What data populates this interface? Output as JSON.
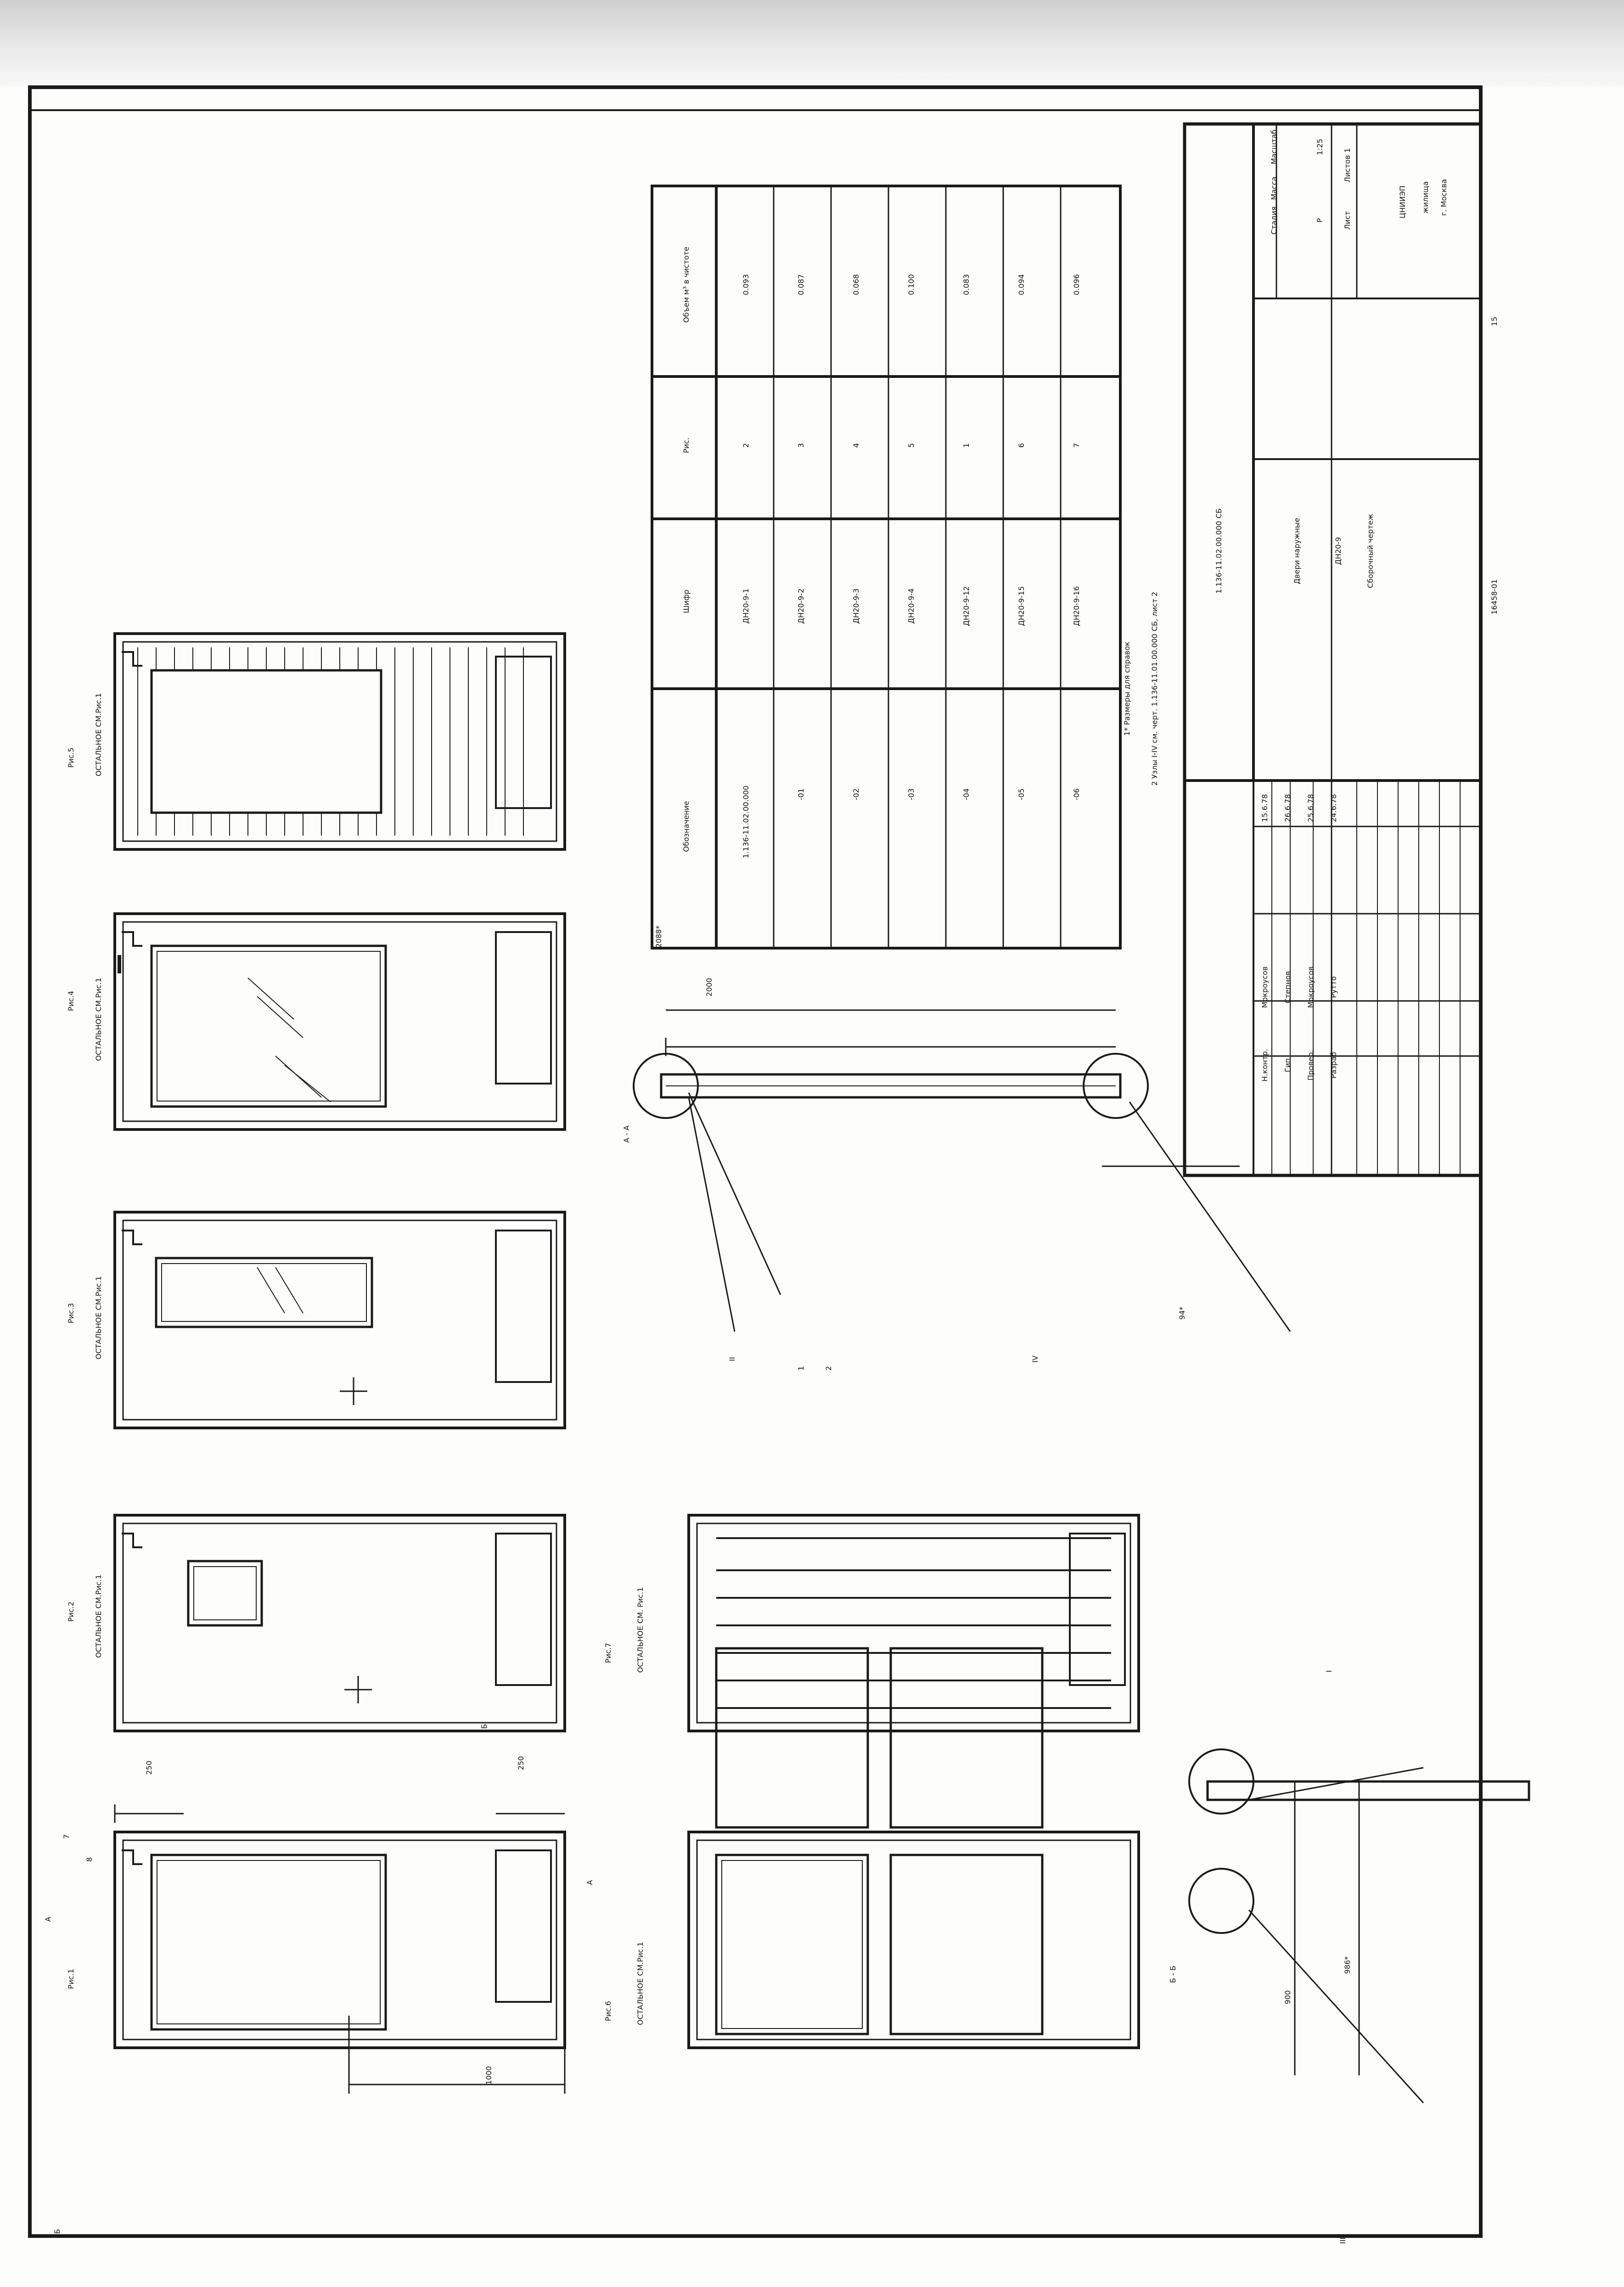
{
  "figures": [
    {
      "title": "Рис.1",
      "note": ""
    },
    {
      "title": "Рис.2",
      "note": "ОСТАЛЬНОЕ СМ.Рис.1"
    },
    {
      "title": "Рис.3",
      "note": "ОСТАЛЬНОЕ СМ.Рис.1"
    },
    {
      "title": "Рис.4",
      "note": "ОСТАЛЬНОЕ СМ.Рис.1"
    },
    {
      "title": "Рис.5",
      "note": "ОСТАЛЬНОЕ СМ.Рис.1"
    },
    {
      "title": "Рис.6",
      "note": "ОСТАЛЬНОЕ СМ.Рис.1"
    },
    {
      "title": "Рис.7",
      "note": "ОСТАЛЬНОЕ СМ. Рис.1"
    }
  ],
  "fig1_dims": {
    "d1000": "1000",
    "d250_top": "250",
    "d250_bottom": "250",
    "d7": "7",
    "d8": "8"
  },
  "section_marks": {
    "a": "А",
    "b": "Б",
    "b_left": "Б"
  },
  "section_aa": {
    "title": "А - А",
    "dim_2000": "2000",
    "dim_2088": "2088*",
    "dim_94": "94*",
    "callout_ii": "II",
    "callout_iv": "IV",
    "callout_1": "1",
    "callout_2": "2"
  },
  "section_bb": {
    "title": "Б - Б",
    "dim_900": "900",
    "dim_986": "986*",
    "callout_i": "I",
    "callout_iii": "III"
  },
  "spec_table": {
    "headers": [
      "Обозначение",
      "Шифр",
      "Рис.",
      "Объем м³ в чистоте"
    ],
    "rows": [
      [
        "1.136-11.02.00.000",
        "ДН20-9-1",
        "2",
        "0.093"
      ],
      [
        "-01",
        "ДН20-9-2",
        "3",
        "0.087"
      ],
      [
        "-02",
        "ДН20-9-3",
        "4",
        "0.068"
      ],
      [
        "-03",
        "ДН20-9-4",
        "5",
        "0.100"
      ],
      [
        "-04",
        "ДН20-9-12",
        "1",
        "0.083"
      ],
      [
        "-05",
        "ДН20-9-15",
        "6",
        "0.094"
      ],
      [
        "-06",
        "ДН20-9-16",
        "7",
        "0.096"
      ]
    ]
  },
  "notes": [
    "1* Размеры для справок",
    "2 Узлы I-IV см. черт. 1.136-11.01.00.000 СБ, лист 2"
  ],
  "title_block": {
    "doc_code": "1.136-11.02.00.000 СБ",
    "name_line1": "Двери наружные",
    "name_line2": "ДН20-9",
    "name_line3": "Сборочный чертеж",
    "stage_label": "Стадия",
    "mass_label": "Масса",
    "scale_label": "Масштаб",
    "stage": "Р",
    "scale": "1:25",
    "sheet_label": "Лист",
    "sheets_label": "Листов 1",
    "org_line1": "ЦНИИЭП",
    "org_line2": "жилища",
    "org_line3": "г. Москва",
    "roles": [
      {
        "role": "Н.контр.",
        "name": "Мокроусов",
        "date": "15.6.78"
      },
      {
        "role": "Гип",
        "name": "Степнов",
        "date": "26.6.78"
      },
      {
        "role": "Провер.",
        "name": "Мокроусов",
        "date": "25.6.78"
      },
      {
        "role": "Разраб",
        "name": "Рутто",
        "date": "24.6.78"
      }
    ]
  },
  "archive_number": "16458-01",
  "page_number": "15"
}
